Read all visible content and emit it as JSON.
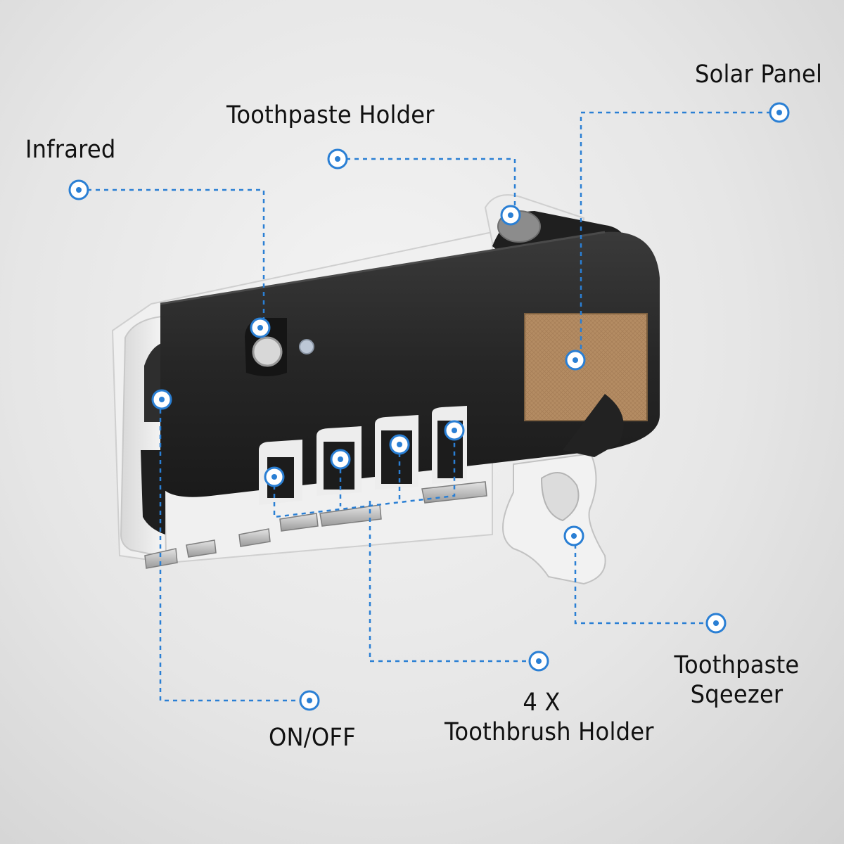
{
  "labels": {
    "infrared": "Infrared",
    "toothpaste_holder": "Toothpaste Holder",
    "solar_panel": "Solar Panel",
    "on_off": "ON/OFF",
    "toothbrush_holder_line1": "4 X",
    "toothbrush_holder_line2": "Toothbrush Holder",
    "squeezer_line1": "Toothpaste",
    "squeezer_line2": "Sqeezer"
  },
  "colors": {
    "callout": "#2a7fd4",
    "device_body": "#2a2a2a",
    "mount_plate": "#f2f2f2",
    "solar_panel": "#b08a62"
  }
}
